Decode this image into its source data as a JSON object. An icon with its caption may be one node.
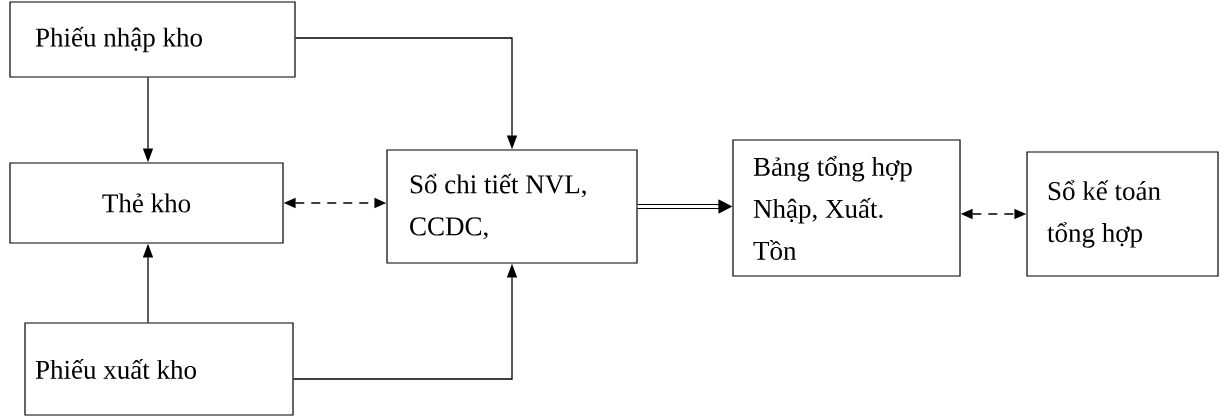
{
  "diagram": {
    "nodes": [
      {
        "text": [
          "Phiếu nhập kho"
        ]
      },
      {
        "text": [
          "Thẻ kho"
        ]
      },
      {
        "text": [
          "Phiếu xuất kho"
        ]
      },
      {
        "text": [
          "Sổ chi tiết NVL, CCDC,"
        ]
      },
      {
        "text": [
          "Bảng tổng hợp Nhập, Xuất. Tồn"
        ]
      },
      {
        "text": [
          "Sổ kế toán tổng hợp"
        ]
      }
    ],
    "edges": [
      {
        "from": 0,
        "to": 1,
        "arrow": "to"
      },
      {
        "from": 2,
        "to": 1,
        "arrow": "to"
      },
      {
        "from": 0,
        "to": 3,
        "arrow": "to"
      },
      {
        "from": 2,
        "to": 3,
        "arrow": "to"
      },
      {
        "from": 1,
        "to": 3,
        "arrow": "both",
        "style": "dashed"
      },
      {
        "from": 3,
        "to": 4,
        "arrow": "to",
        "style": "thick"
      },
      {
        "from": 4,
        "to": 5,
        "arrow": "both",
        "style": "dashed"
      }
    ]
  }
}
